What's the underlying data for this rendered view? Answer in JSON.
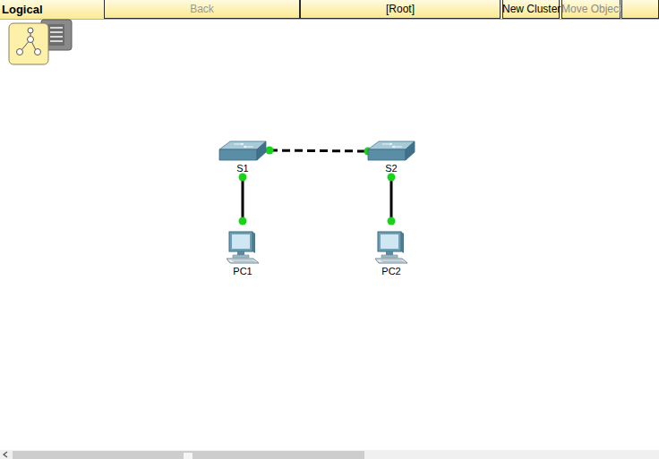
{
  "diagram": {
    "nodes": [
      {
        "text": [
          "S1"
        ]
      },
      {
        "text": [
          "S2"
        ]
      },
      {
        "text": [
          "PC1"
        ]
      },
      {
        "text": [
          "PC2"
        ]
      }
    ],
    "edges": [
      {
        "from": 0,
        "to": 1,
        "arrow": "none"
      },
      {
        "from": 0,
        "to": 2,
        "arrow": "none"
      },
      {
        "from": 1,
        "to": 3,
        "arrow": "none"
      }
    ],
    "labels": [
      "Logical",
      "Back",
      "[Root]",
      "New Cluster",
      "Move Object"
    ]
  }
}
